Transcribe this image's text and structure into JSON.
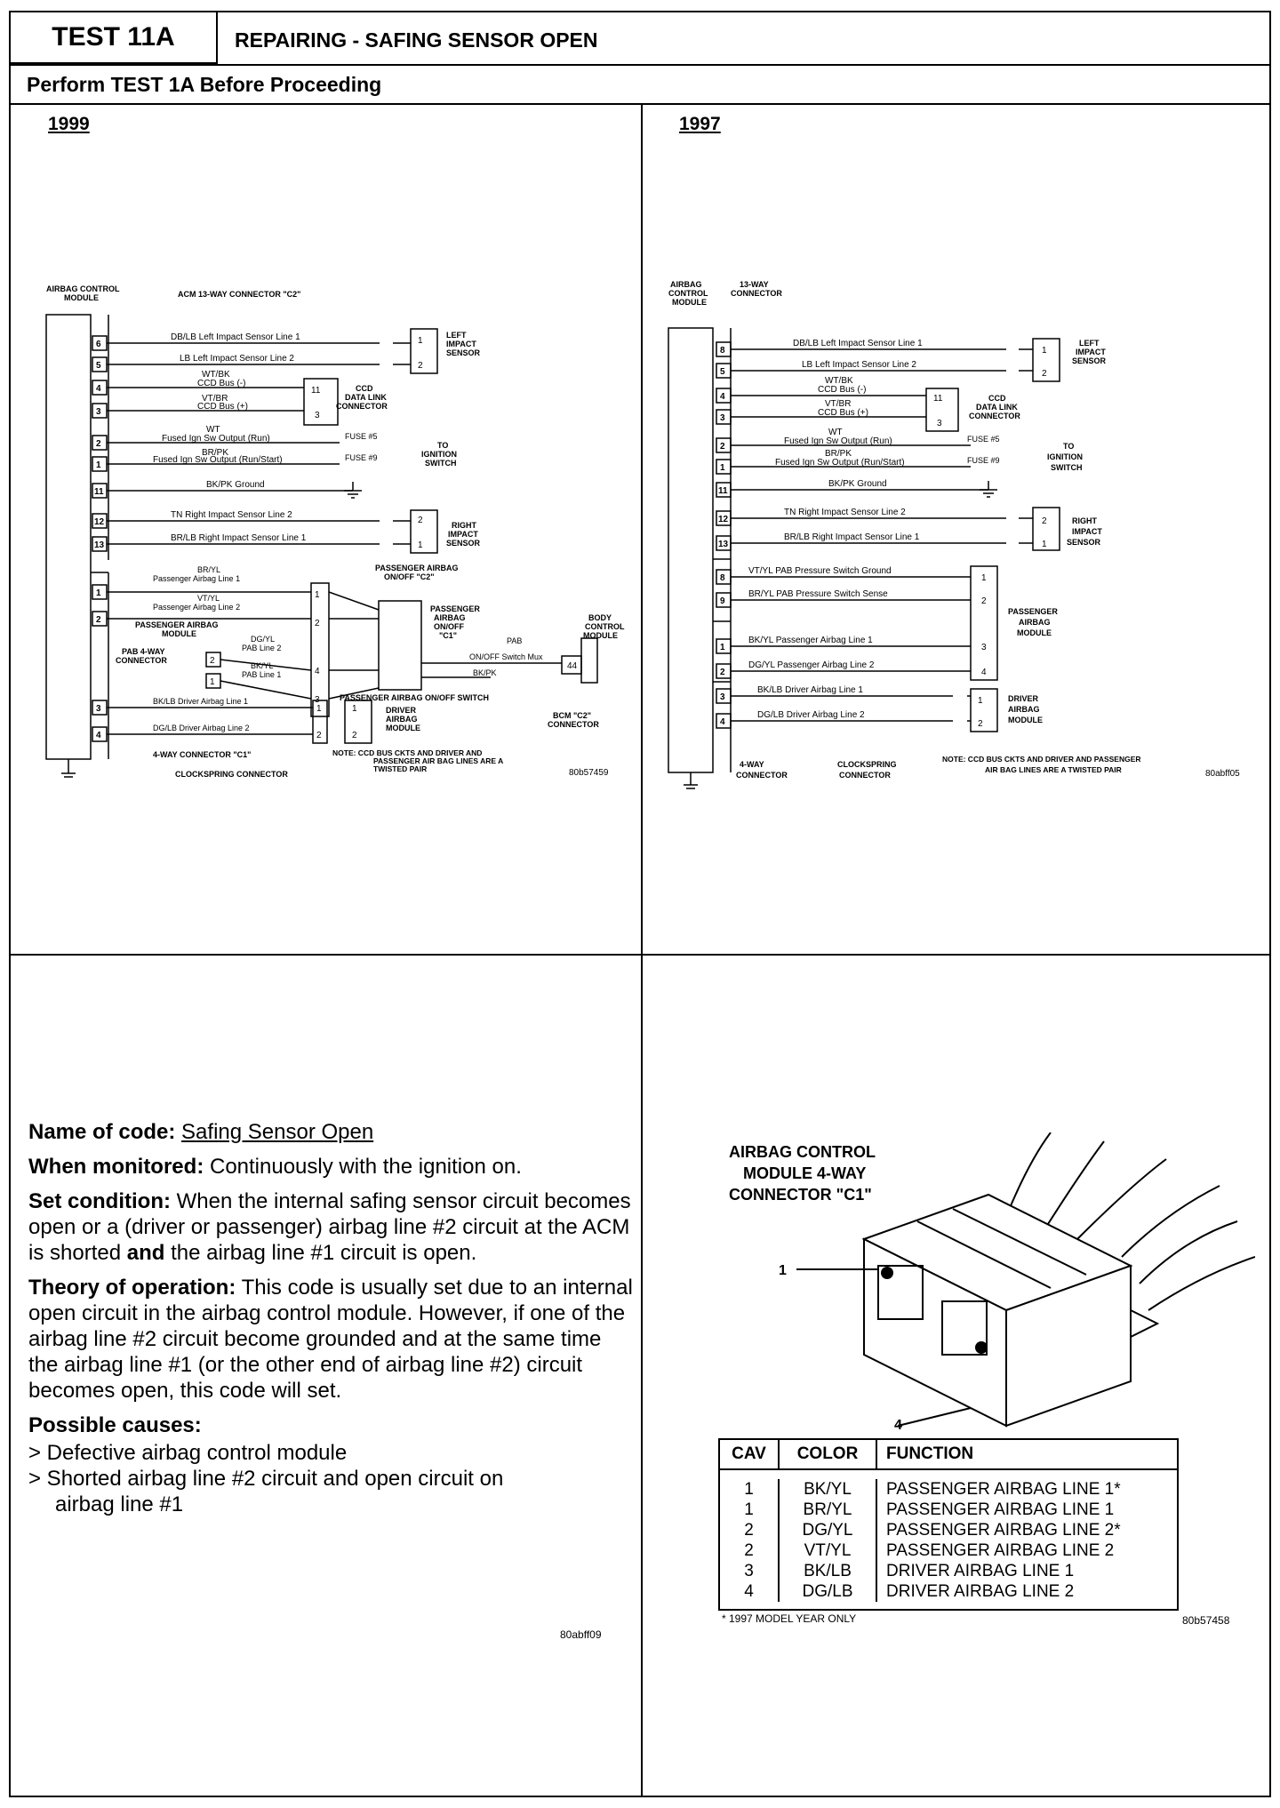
{
  "header": {
    "test_id": "TEST 11A",
    "title": "REPAIRING - SAFING SENSOR OPEN",
    "subtitle": "Perform TEST 1A Before Proceeding"
  },
  "diagram_1999": {
    "year": "1999",
    "acm_label_1": "AIRBAG CONTROL",
    "acm_label_2": "MODULE",
    "c2_label": "ACM 13-WAY CONNECTOR \"C2\"",
    "wire_6": "DB/LB  Left Impact Sensor Line 1",
    "wire_5": "LB  Left Impact Sensor Line 2",
    "wire_4a": "WT/BK",
    "wire_4b": "CCD Bus (-)",
    "wire_3a": "VT/BR",
    "wire_3b": "CCD Bus (+)",
    "wire_2a": "WT",
    "wire_2b": "Fused Ign Sw Output (Run)",
    "wire_1a": "BR/PK",
    "wire_1b": "Fused Ign Sw Output (Run/Start)",
    "wire_11": "BK/PK  Ground",
    "wire_12": "TN  Right Impact Sensor Line 2",
    "wire_13": "BR/LB  Right Impact Sensor Line 1",
    "left_sensor": [
      "LEFT",
      "IMPACT",
      "SENSOR"
    ],
    "ccd_label": [
      "CCD",
      "DATA LINK",
      "CONNECTOR"
    ],
    "fuse5": "FUSE #5",
    "fuse9": "FUSE #9",
    "to_ign": [
      "TO",
      "IGNITION",
      "SWITCH"
    ],
    "right_sensor": [
      "RIGHT",
      "IMPACT",
      "SENSOR"
    ],
    "pab_c2": [
      "PASSENGER AIRBAG",
      "ON/OFF \"C2\""
    ],
    "pab_line1a": "BR/YL",
    "pab_line1b": "Passenger Airbag Line 1",
    "pab_line2a": "VT/YL",
    "pab_line2b": "Passenger Airbag Line 2",
    "pab_module": [
      "PASSENGER AIRBAG",
      "MODULE"
    ],
    "pab_4way": [
      "PAB 4-WAY",
      "CONNECTOR"
    ],
    "dg_yl": "DG/YL",
    "pab_line2": "PAB Line 2",
    "bk_yl": "BK/YL",
    "pab_line1": "PAB Line 1",
    "pab_switch_c1": [
      "PASSENGER",
      "AIRBAG",
      "ON/OFF",
      "\"C1\""
    ],
    "pab_mux_a": "PAB",
    "pab_mux_b": "ON/OFF Switch Mux",
    "bk_pk": "BK/PK",
    "bcm": [
      "BODY",
      "CONTROL",
      "MODULE"
    ],
    "pab_switch": "PASSENGER AIRBAG ON/OFF SWITCH",
    "bcm_c2": [
      "BCM \"C2\"",
      "CONNECTOR"
    ],
    "driver_1": "BK/LB  Driver Airbag Line 1",
    "driver_2": "DG/LB  Driver Airbag Line 2",
    "driver_module": [
      "DRIVER",
      "AIRBAG",
      "MODULE"
    ],
    "c1_label": "4-WAY CONNECTOR \"C1\"",
    "clockspring": "CLOCKSPRING CONNECTOR",
    "note": [
      "NOTE:  CCD BUS CKTS AND DRIVER AND",
      "PASSENGER AIR BAG LINES ARE A",
      "TWISTED PAIR"
    ],
    "figure_id": "80b57459"
  },
  "diagram_1997": {
    "year": "1997",
    "acm_label": [
      "AIRBAG",
      "CONTROL",
      "MODULE"
    ],
    "c13_label": [
      "13-WAY",
      "CONNECTOR"
    ],
    "wire_8": "DB/LB  Left Impact Sensor Line 1",
    "wire_5": "LB  Left Impact Sensor Line 2",
    "wire_4a": "WT/BK",
    "wire_4b": "CCD Bus (-)",
    "wire_3a": "VT/BR",
    "wire_3b": "CCD Bus (+)",
    "wire_2a": "WT",
    "wire_2b": "Fused Ign Sw Output (Run)",
    "wire_1a": "BR/PK",
    "wire_1b": "Fused Ign Sw Output (Run/Start)",
    "wire_11": "BK/PK  Ground",
    "wire_12": "TN  Right Impact Sensor Line 2",
    "wire_13": "BR/LB  Right Impact Sensor Line 1",
    "wire_8b": "VT/YL  PAB Pressure Switch Ground",
    "wire_9": "BR/YL  PAB Pressure Switch Sense",
    "wire_p1": "BK/YL  Passenger Airbag Line 1",
    "wire_p2": "DG/YL  Passenger Airbag Line 2",
    "wire_d1": "BK/LB  Driver Airbag Line 1",
    "wire_d2": "DG/LB  Driver Airbag Line 2",
    "left_sensor": [
      "LEFT",
      "IMPACT",
      "SENSOR"
    ],
    "ccd_label": [
      "CCD",
      "DATA LINK",
      "CONNECTOR"
    ],
    "fuse5": "FUSE #5",
    "fuse9": "FUSE #9",
    "to_ign": [
      "TO",
      "IGNITION",
      "SWITCH"
    ],
    "right_sensor": [
      "RIGHT",
      "IMPACT",
      "SENSOR"
    ],
    "pab_module": [
      "PASSENGER",
      "AIRBAG",
      "MODULE"
    ],
    "driver_module": [
      "DRIVER",
      "AIRBAG",
      "MODULE"
    ],
    "c4_label": [
      "4-WAY",
      "CONNECTOR"
    ],
    "clockspring": [
      "CLOCKSPRING",
      "CONNECTOR"
    ],
    "note": [
      "NOTE:  CCD BUS CKTS AND DRIVER AND PASSENGER",
      "AIR BAG LINES ARE A TWISTED PAIR"
    ],
    "figure_id": "80abff05"
  },
  "description": {
    "name_label": "Name of code:",
    "name_value": "Safing Sensor Open",
    "monitored_label": "When monitored:",
    "monitored_value": "Continuously with the ignition on.",
    "set_label": "Set condition:",
    "set_value_1": "When the internal safing sensor circuit becomes open or a (driver or passenger) airbag line #2 circuit at the ACM is shorted",
    "set_and": "and",
    "set_value_2": "the airbag line #1 circuit is open.",
    "theory_label": "Theory of operation:",
    "theory_value": "This code is usually set due to an internal open circuit in the airbag control module.  However, if one of the airbag line #2 circuit become grounded and at the same time the airbag line #1 (or the other end of airbag line #2) circuit becomes open, this code will set.",
    "causes_label": "Possible causes:",
    "cause_1": "> Defective airbag control module",
    "cause_2a": "> Shorted airbag line #2 circuit and open circuit on",
    "cause_2b": "airbag line #1",
    "figure_id": "80abff09"
  },
  "connector": {
    "title": [
      "AIRBAG CONTROL",
      "MODULE 4-WAY",
      "CONNECTOR \"C1\""
    ],
    "pin_1": "1",
    "pin_4": "4",
    "table_headers": [
      "CAV",
      "COLOR",
      "FUNCTION"
    ],
    "table_rows": [
      [
        "1",
        "BK/YL",
        "PASSENGER AIRBAG LINE 1*"
      ],
      [
        "1",
        "BR/YL",
        "PASSENGER AIRBAG LINE 1"
      ],
      [
        "2",
        "DG/YL",
        "PASSENGER AIRBAG LINE 2*"
      ],
      [
        "2",
        "VT/YL",
        "PASSENGER AIRBAG LINE 2"
      ],
      [
        "3",
        "BK/LB",
        "DRIVER AIRBAG LINE 1"
      ],
      [
        "4",
        "DG/LB",
        "DRIVER AIRBAG LINE 2"
      ]
    ],
    "footnote": "*  1997 MODEL YEAR ONLY",
    "figure_id": "80b57458"
  }
}
